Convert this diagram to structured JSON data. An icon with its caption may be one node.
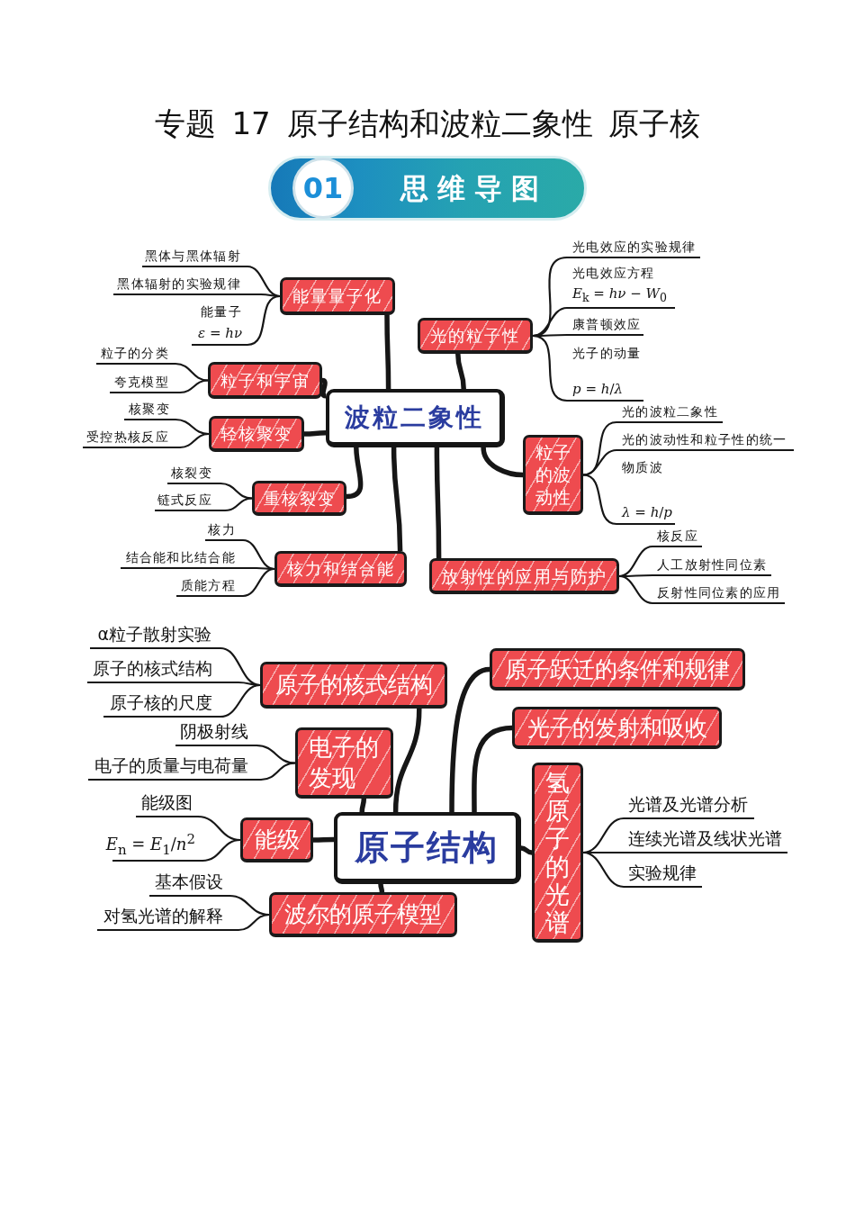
{
  "diagram": {
    "title": "专题 17 原子结构和波粒二象性 原子核",
    "nodes": [
      {
        "text": [
          "思维导图"
        ]
      },
      {
        "text": [
          "01"
        ],
        "in": 0
      },
      {
        "text": [
          "波粒二象性"
        ]
      },
      {
        "text": [
          "能量量子化"
        ]
      },
      {
        "text": [
          "黑体与黑体辐射"
        ]
      },
      {
        "text": [
          "黑体辐射的实验规律"
        ]
      },
      {
        "text": [
          "能量子",
          "*ε* = *hν*"
        ]
      },
      {
        "text": [
          "粒子和宇宙"
        ]
      },
      {
        "text": [
          "粒子的分类"
        ]
      },
      {
        "text": [
          "夸克模型"
        ]
      },
      {
        "text": [
          "轻核聚变"
        ]
      },
      {
        "text": [
          "核聚变"
        ]
      },
      {
        "text": [
          "受控热核反应"
        ]
      },
      {
        "text": [
          "重核裂变"
        ]
      },
      {
        "text": [
          "核裂变"
        ]
      },
      {
        "text": [
          "链式反应"
        ]
      },
      {
        "text": [
          "核力和结合能"
        ]
      },
      {
        "text": [
          "核力"
        ]
      },
      {
        "text": [
          "结合能和比结合能"
        ]
      },
      {
        "text": [
          "质能方程"
        ]
      },
      {
        "text": [
          "光的粒子性"
        ]
      },
      {
        "text": [
          "光电效应的实验规律"
        ]
      },
      {
        "text": [
          "光电效应方程",
          "*E*$_{k}$ = *hν* − *W*$_{0}$"
        ]
      },
      {
        "text": [
          "康普顿效应"
        ]
      },
      {
        "text": [
          "光子的动量",
          "*p* = *h*/*λ*"
        ]
      },
      {
        "text": [
          "粒子的波动性"
        ]
      },
      {
        "text": [
          "光的波粒二象性"
        ]
      },
      {
        "text": [
          "光的波动性和粒子性的统一"
        ]
      },
      {
        "text": [
          "物质波",
          "*λ* = *h*/*p*"
        ]
      },
      {
        "text": [
          "放射性的应用与防护"
        ]
      },
      {
        "text": [
          "核反应"
        ]
      },
      {
        "text": [
          "人工放射性同位素"
        ]
      },
      {
        "text": [
          "反射性同位素的应用"
        ]
      },
      {
        "text": [
          "原子结构"
        ]
      },
      {
        "text": [
          "原子的核式结构"
        ]
      },
      {
        "text": [
          "α粒子散射实验"
        ]
      },
      {
        "text": [
          "原子的核式结构"
        ]
      },
      {
        "text": [
          "原子核的尺度"
        ]
      },
      {
        "text": [
          "电子的发现"
        ]
      },
      {
        "text": [
          "阴极射线"
        ]
      },
      {
        "text": [
          "电子的质量与电荷量"
        ]
      },
      {
        "text": [
          "能级"
        ]
      },
      {
        "text": [
          "能级图"
        ]
      },
      {
        "text": [
          "*E*$_{n}$ = *E*$_{1}$/*n*$^{2}$"
        ]
      },
      {
        "text": [
          "波尔的原子模型"
        ]
      },
      {
        "text": [
          "基本假设"
        ]
      },
      {
        "text": [
          "对氢光谱的解释"
        ]
      },
      {
        "text": [
          "原子跃迁的条件和规律"
        ]
      },
      {
        "text": [
          "光子的发射和吸收"
        ]
      },
      {
        "text": [
          "氢原子的光谱"
        ]
      },
      {
        "text": [
          "光谱及光谱分析"
        ]
      },
      {
        "text": [
          "连续光谱及线状光谱"
        ]
      },
      {
        "text": [
          "实验规律"
        ]
      }
    ],
    "edges": [
      {
        "from": 2,
        "to": 3,
        "arrow": "none",
        "style": "thick"
      },
      {
        "from": 3,
        "to": 4,
        "arrow": "none"
      },
      {
        "from": 3,
        "to": 5,
        "arrow": "none"
      },
      {
        "from": 3,
        "to": 6,
        "arrow": "none"
      },
      {
        "from": 2,
        "to": 7,
        "arrow": "none",
        "style": "thick"
      },
      {
        "from": 7,
        "to": 8,
        "arrow": "none"
      },
      {
        "from": 7,
        "to": 9,
        "arrow": "none"
      },
      {
        "from": 2,
        "to": 10,
        "arrow": "none",
        "style": "thick"
      },
      {
        "from": 10,
        "to": 11,
        "arrow": "none"
      },
      {
        "from": 10,
        "to": 12,
        "arrow": "none"
      },
      {
        "from": 2,
        "to": 13,
        "arrow": "none",
        "style": "thick"
      },
      {
        "from": 13,
        "to": 14,
        "arrow": "none"
      },
      {
        "from": 13,
        "to": 15,
        "arrow": "none"
      },
      {
        "from": 2,
        "to": 16,
        "arrow": "none",
        "style": "thick"
      },
      {
        "from": 16,
        "to": 17,
        "arrow": "none"
      },
      {
        "from": 16,
        "to": 18,
        "arrow": "none"
      },
      {
        "from": 16,
        "to": 19,
        "arrow": "none"
      },
      {
        "from": 2,
        "to": 20,
        "arrow": "none",
        "style": "thick"
      },
      {
        "from": 20,
        "to": 21,
        "arrow": "none"
      },
      {
        "from": 20,
        "to": 22,
        "arrow": "none"
      },
      {
        "from": 20,
        "to": 23,
        "arrow": "none"
      },
      {
        "from": 20,
        "to": 24,
        "arrow": "none"
      },
      {
        "from": 2,
        "to": 25,
        "arrow": "none",
        "style": "thick"
      },
      {
        "from": 25,
        "to": 26,
        "arrow": "none"
      },
      {
        "from": 25,
        "to": 27,
        "arrow": "none"
      },
      {
        "from": 25,
        "to": 28,
        "arrow": "none"
      },
      {
        "from": 2,
        "to": 29,
        "arrow": "none",
        "style": "thick"
      },
      {
        "from": 29,
        "to": 30,
        "arrow": "none"
      },
      {
        "from": 29,
        "to": 31,
        "arrow": "none"
      },
      {
        "from": 29,
        "to": 32,
        "arrow": "none"
      },
      {
        "from": 33,
        "to": 34,
        "arrow": "none",
        "style": "thick"
      },
      {
        "from": 34,
        "to": 35,
        "arrow": "none"
      },
      {
        "from": 34,
        "to": 36,
        "arrow": "none"
      },
      {
        "from": 34,
        "to": 37,
        "arrow": "none"
      },
      {
        "from": 33,
        "to": 38,
        "arrow": "none",
        "style": "thick"
      },
      {
        "from": 38,
        "to": 39,
        "arrow": "none"
      },
      {
        "from": 38,
        "to": 40,
        "arrow": "none"
      },
      {
        "from": 33,
        "to": 41,
        "arrow": "none",
        "style": "thick"
      },
      {
        "from": 41,
        "to": 42,
        "arrow": "none"
      },
      {
        "from": 41,
        "to": 43,
        "arrow": "none"
      },
      {
        "from": 33,
        "to": 44,
        "arrow": "none",
        "style": "thick"
      },
      {
        "from": 44,
        "to": 45,
        "arrow": "none"
      },
      {
        "from": 44,
        "to": 46,
        "arrow": "none"
      },
      {
        "from": 33,
        "to": 47,
        "arrow": "none",
        "style": "thick"
      },
      {
        "from": 33,
        "to": 48,
        "arrow": "none",
        "style": "thick"
      },
      {
        "from": 33,
        "to": 49,
        "arrow": "none",
        "style": "thick"
      },
      {
        "from": 49,
        "to": 50,
        "arrow": "none"
      },
      {
        "from": 49,
        "to": 51,
        "arrow": "none"
      },
      {
        "from": 49,
        "to": 52,
        "arrow": "none"
      }
    ]
  }
}
